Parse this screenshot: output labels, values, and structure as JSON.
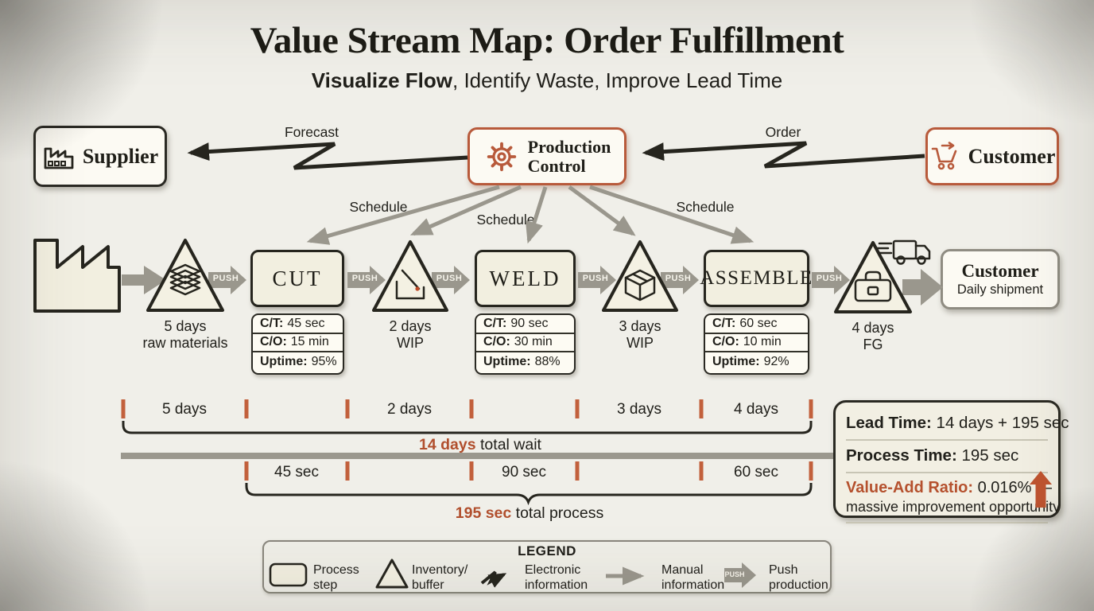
{
  "title": "Value Stream Map: Order Fulfillment",
  "subtitle_bold": "Visualize Flow",
  "subtitle_rest": ", Identify Waste, Improve Lead Time",
  "colors": {
    "background": "#f0efe9",
    "ink": "#26251e",
    "accent_orange": "#b85a3b",
    "tick_orange": "#c2603c",
    "arrow_gray": "#9a978d",
    "cream_fill": "#f2efe0"
  },
  "info_row": {
    "supplier": "Supplier",
    "production_control_line1": "Production",
    "production_control_line2": "Control",
    "customer": "Customer",
    "forecast": "Forecast",
    "order": "Order",
    "schedule_1": "Schedule",
    "schedule_2": "Schedule",
    "schedule_3": "Schedule"
  },
  "process_row": {
    "supplier_factory": "Supplier",
    "push": "PUSH",
    "buffers": [
      {
        "line1": "5 days",
        "line2": "raw materials",
        "icon": "stacked-sheets-icon"
      },
      {
        "line1": "2 days",
        "line2": "WIP",
        "icon": "saw-cut-icon"
      },
      {
        "line1": "3 days",
        "line2": "WIP",
        "icon": "package-icon"
      },
      {
        "line1": "4 days",
        "line2": "FG",
        "icon": "briefcase-icon"
      }
    ],
    "processes": [
      {
        "name": "CUT",
        "stats": [
          {
            "label": "C/T:",
            "value": "45 sec"
          },
          {
            "label": "C/O:",
            "value": "15 min"
          },
          {
            "label": "Uptime:",
            "value": "95%"
          }
        ]
      },
      {
        "name": "WELD",
        "stats": [
          {
            "label": "C/T:",
            "value": "90 sec"
          },
          {
            "label": "C/O:",
            "value": "30 min"
          },
          {
            "label": "Uptime:",
            "value": "88%"
          }
        ]
      },
      {
        "name": "ASSEMBLE",
        "stats": [
          {
            "label": "C/T:",
            "value": "60 sec"
          },
          {
            "label": "C/O:",
            "value": "10 min"
          },
          {
            "label": "Uptime:",
            "value": "92%"
          }
        ]
      }
    ],
    "customer_box": {
      "title": "Customer",
      "subtitle": "Daily shipment"
    }
  },
  "timeline": {
    "wait_labels": [
      "5 days",
      "2 days",
      "3 days",
      "4 days"
    ],
    "process_labels": [
      "45 sec",
      "90 sec",
      "60 sec"
    ],
    "total_wait_value": "14 days",
    "total_wait_suffix": " total wait",
    "total_process_value": "195 sec",
    "total_process_suffix": " total process"
  },
  "summary": {
    "lead_time_label": "Lead Time:",
    "lead_time_value": " 14 days + 195 sec",
    "process_time_label": "Process Time:",
    "process_time_value": " 195 sec",
    "value_add_label": "Value-Add Ratio:",
    "value_add_value": " 0.016% —",
    "value_add_note": "massive improvement opportunity"
  },
  "legend": {
    "title": "LEGEND",
    "push": "PUSH",
    "items": [
      {
        "line1": "Process",
        "line2": "step"
      },
      {
        "line1": "Inventory/",
        "line2": "buffer"
      },
      {
        "line1": "Electronic",
        "line2": "information"
      },
      {
        "line1": "Manual",
        "line2": "information"
      },
      {
        "line1": "Push",
        "line2": "production"
      }
    ]
  }
}
